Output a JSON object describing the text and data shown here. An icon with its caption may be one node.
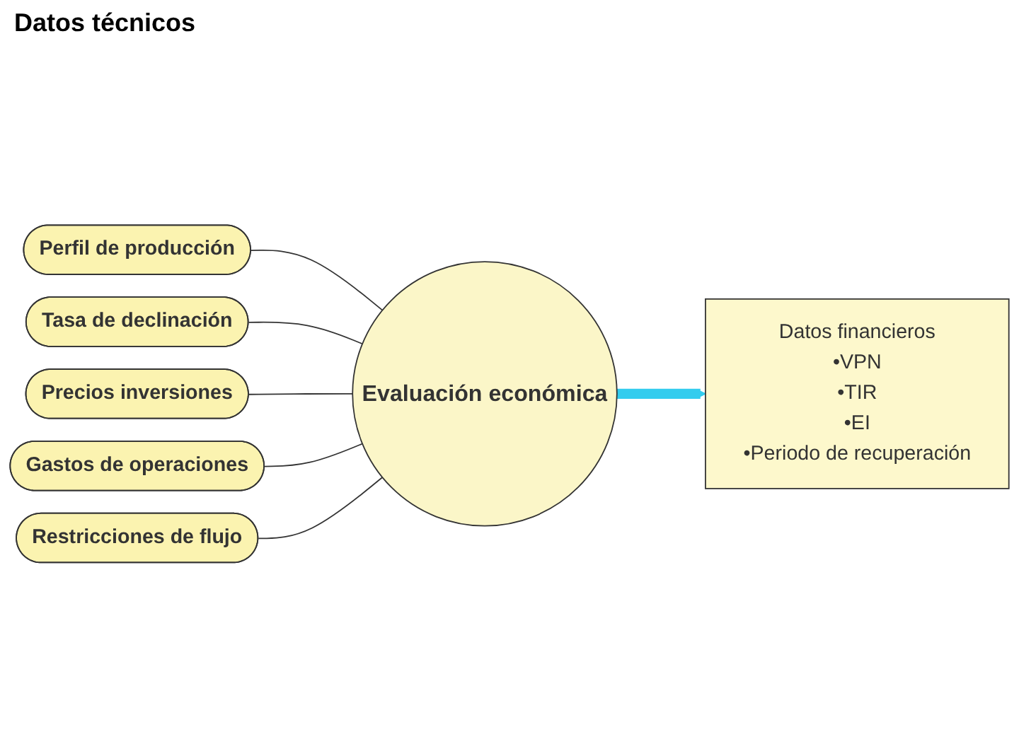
{
  "diagram": {
    "title": "Datos técnicos",
    "nodes": [
      {
        "text": [
          "Perfil de producción"
        ]
      },
      {
        "text": [
          "Tasa de declinación"
        ]
      },
      {
        "text": [
          "Precios inversiones"
        ]
      },
      {
        "text": [
          "Gastos de operaciones"
        ]
      },
      {
        "text": [
          "Restricciones de flujo"
        ]
      },
      {
        "text": [
          "Evaluación económica"
        ]
      },
      {
        "text": [
          "Datos financieros",
          "•VPN",
          "•TIR",
          "•EI",
          "•Periodo de recuperación"
        ]
      }
    ],
    "edges": [
      {
        "from": 0,
        "to": 5,
        "arrow": "none"
      },
      {
        "from": 1,
        "to": 5,
        "arrow": "none"
      },
      {
        "from": 2,
        "to": 5,
        "arrow": "none"
      },
      {
        "from": 3,
        "to": 5,
        "arrow": "none"
      },
      {
        "from": 4,
        "to": 5,
        "arrow": "none"
      },
      {
        "from": 5,
        "to": 6,
        "arrow": "to",
        "style": "thick",
        "color": "#33ccee"
      }
    ]
  }
}
